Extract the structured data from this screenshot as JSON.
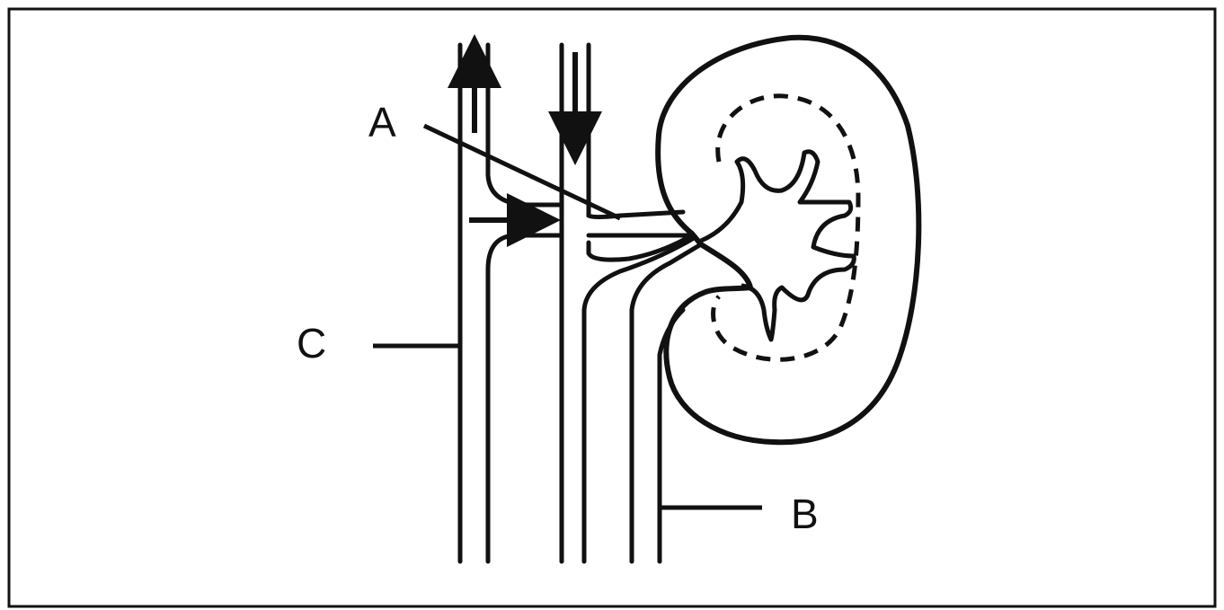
{
  "diagram": {
    "labels": {
      "a": "A",
      "b": "B",
      "c": "C"
    },
    "colors": {
      "line": "#111111",
      "background": "#ffffff"
    }
  }
}
